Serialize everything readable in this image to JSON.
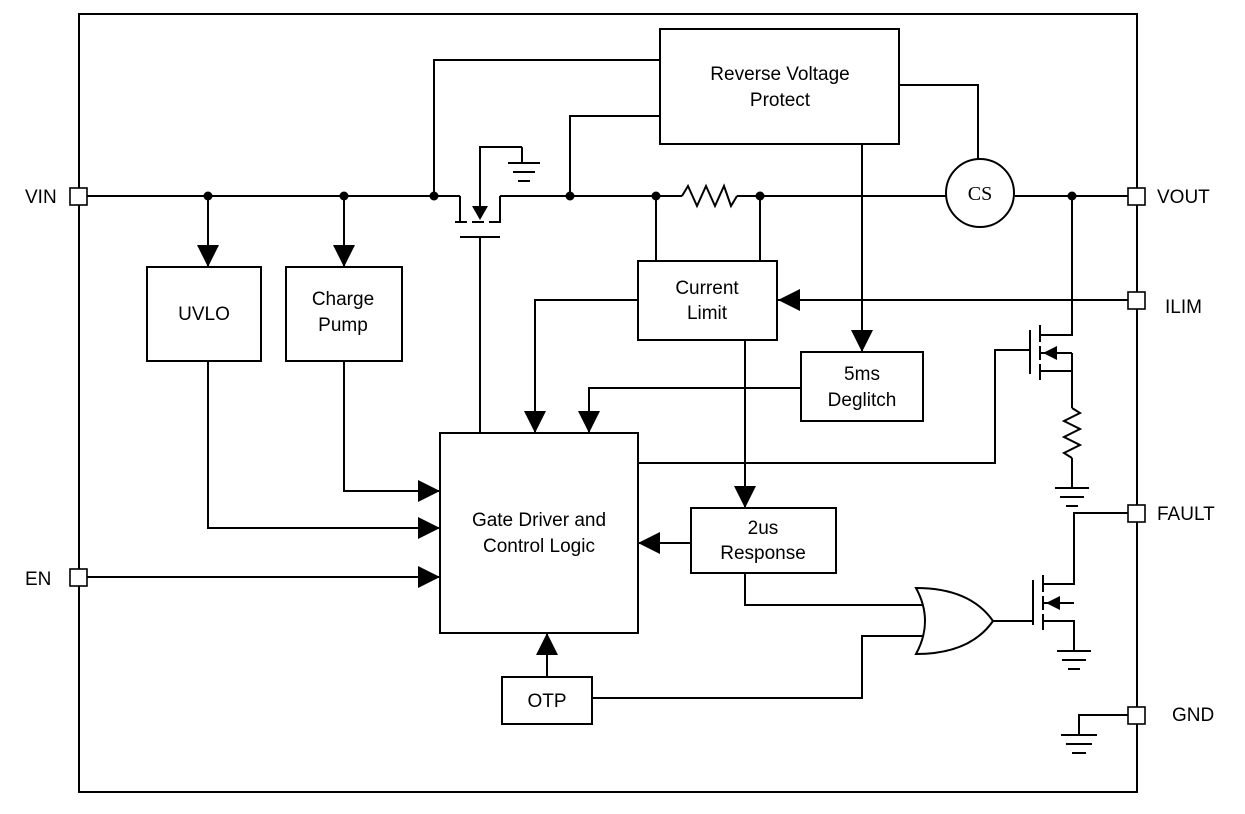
{
  "pins": {
    "vin": "VIN",
    "en": "EN",
    "vout": "VOUT",
    "ilim": "ILIM",
    "fault": "FAULT",
    "gnd": "GND"
  },
  "blocks": {
    "reverse_voltage_protect": [
      "Reverse Voltage",
      "Protect"
    ],
    "uvlo": "UVLO",
    "charge_pump": [
      "Charge",
      "Pump"
    ],
    "current_limit": [
      "Current",
      "Limit"
    ],
    "deglitch": [
      "5ms",
      "Deglitch"
    ],
    "gate_driver": [
      "Gate Driver and",
      "Control Logic"
    ],
    "response": [
      "2us",
      "Response"
    ],
    "otp": "OTP",
    "cs": "CS"
  }
}
